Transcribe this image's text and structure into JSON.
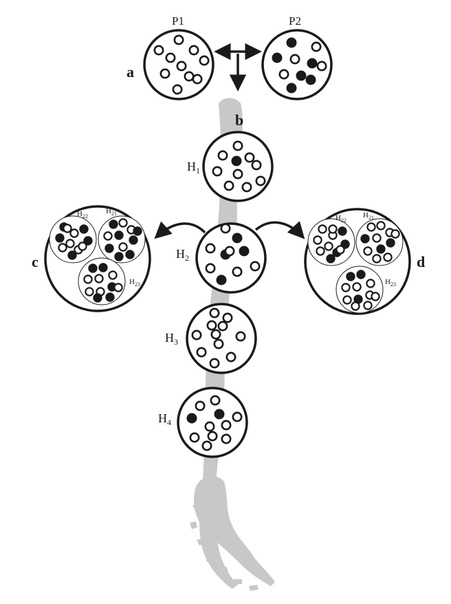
{
  "colors": {
    "map": "#c8c8c8",
    "stroke": "#1a1a1a",
    "filled_marker": "#1a1a1a",
    "open_marker": "#ffffff"
  },
  "icons": {
    "open_marker": "open-circle-icon",
    "filled_marker": "filled-circle-icon",
    "double_arrow": "double-headed-arrow-icon",
    "down_arrow": "down-arrow-icon",
    "curved_arrow": "curved-arrow-icon",
    "map": "chile-map-silhouette"
  },
  "labels": {
    "P1": "P1",
    "P2": "P2",
    "a": "a",
    "b": "b",
    "c": "c",
    "d": "d",
    "H1": "H1",
    "H2": "H2",
    "H3": "H3",
    "H4": "H4",
    "H21": "H21",
    "H22": "H22",
    "H23": "H23"
  }
}
